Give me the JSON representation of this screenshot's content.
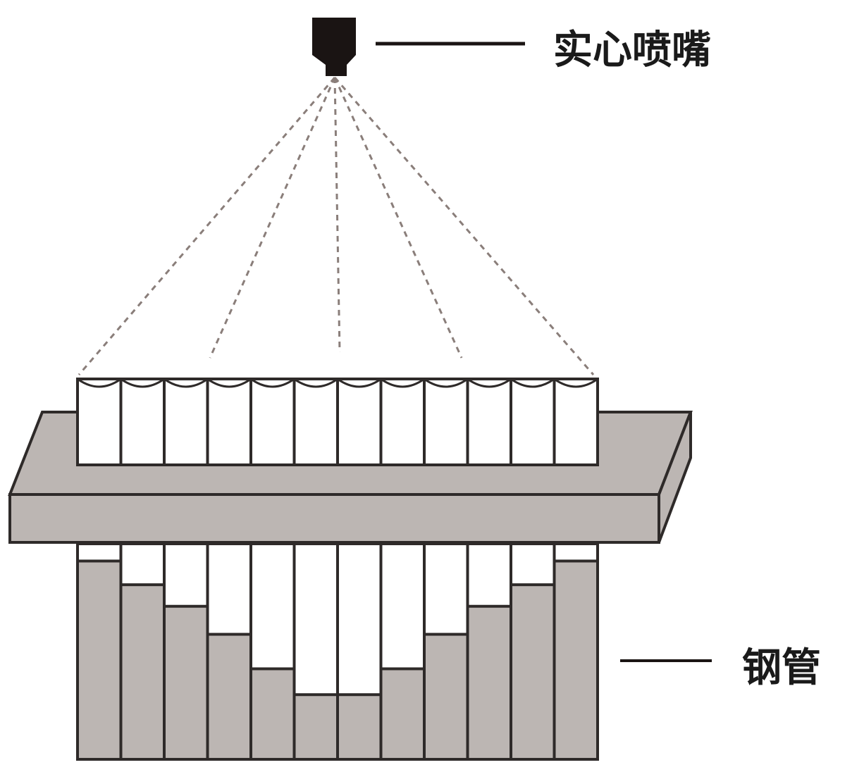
{
  "labels": {
    "nozzle": "实心喷嘴",
    "pipe": "钢管"
  },
  "colors": {
    "stroke": "#2e2a29",
    "gray_fill": "#bcb6b3",
    "nozzle": "#1a1413",
    "spray": "#8a7e7a"
  },
  "tube_count": 12,
  "tube_fill_levels": [
    0.92,
    0.81,
    0.71,
    0.58,
    0.42,
    0.3,
    0.3,
    0.42,
    0.58,
    0.71,
    0.81,
    0.92
  ]
}
